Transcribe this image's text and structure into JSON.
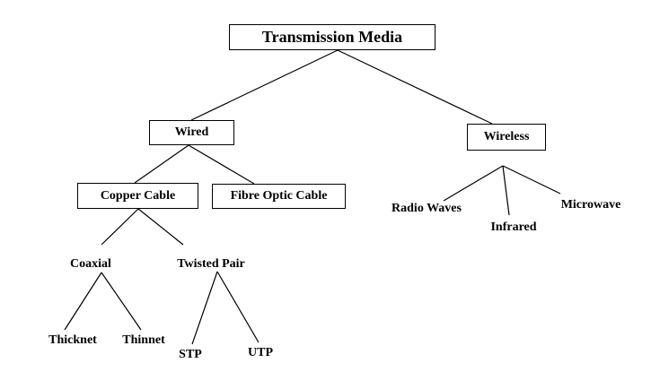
{
  "root": {
    "label": "Transmission Media"
  },
  "wired": {
    "label": "Wired"
  },
  "wireless": {
    "label": "Wireless"
  },
  "copper_cable": {
    "label": "Copper Cable"
  },
  "fibre_optic": {
    "label": "Fibre Optic Cable"
  },
  "coaxial": {
    "label": "Coaxial"
  },
  "twisted_pair": {
    "label": "Twisted Pair"
  },
  "thicknet": {
    "label": "Thicknet"
  },
  "thinnet": {
    "label": "Thinnet"
  },
  "stp": {
    "label": "STP"
  },
  "utp": {
    "label": "UTP"
  },
  "radio_waves": {
    "label": "Radio Waves"
  },
  "infrared": {
    "label": "Infrared"
  },
  "microwave": {
    "label": "Microwave"
  }
}
